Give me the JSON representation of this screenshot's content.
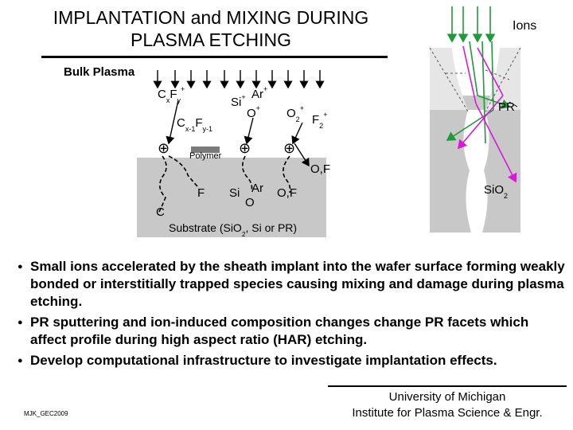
{
  "title": {
    "line1": "IMPLANTATION and MIXING DURING",
    "line2": "PLASMA ETCHING"
  },
  "left_diagram": {
    "bulk_plasma": "Bulk Plasma",
    "ion_cf": {
      "base": "C",
      "sub1": "x",
      "mid": "F",
      "sub2": "y",
      "sup": "+"
    },
    "ion_cf_neutral": {
      "base": "C",
      "sub1": "x-1",
      "mid": "F",
      "sub2": "y-1"
    },
    "ion_si": {
      "base": "Si",
      "sup": "+"
    },
    "ion_ar": {
      "base": "Ar",
      "sup": "+"
    },
    "ion_o": {
      "base": "O",
      "sup": "+"
    },
    "ion_o2": {
      "base": "O",
      "sub": "2",
      "sup": "+"
    },
    "ion_f2": {
      "base": "F",
      "sub": "2",
      "sup": "+"
    },
    "charged_symbol": "⊕",
    "polymer": "Polymer",
    "surface_of": "O,F",
    "implanted_f": "F",
    "implanted_si": "Si",
    "implanted_ar": "Ar",
    "implanted_o": "O",
    "implanted_of": "O,F",
    "implanted_c": "C",
    "substrate_label": "Substrate (SiO",
    "substrate_sub": "2",
    "substrate_tail": ", Si or PR)"
  },
  "right_diagram": {
    "ions": "Ions",
    "pr": "PR",
    "sio2_base": "SiO",
    "sio2_sub": "2"
  },
  "bullets": [
    "Small ions accelerated by the sheath implant into the wafer surface forming weakly bonded or interstitially trapped species causing mixing and damage during plasma etching.",
    "PR sputtering and ion-induced composition changes change PR facets which affect profile during high aspect ratio (HAR) etching.",
    "Develop computational infrastructure to investigate implantation effects."
  ],
  "footer": {
    "university": "University of Michigan",
    "institute": "Institute for Plasma Science & Engr.",
    "tag": "MJK_GEC2009"
  },
  "colors": {
    "substrate": "#c8c8c8",
    "polymer": "#7a7a7a",
    "green_ray": "#1f9a3a",
    "magenta_ray": "#d61ad6"
  }
}
